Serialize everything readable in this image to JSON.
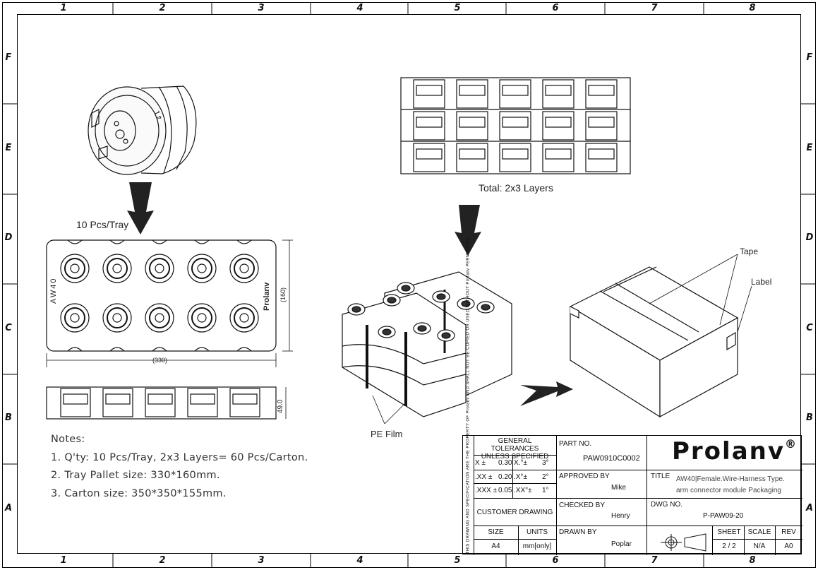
{
  "zones": {
    "columns": [
      "1",
      "2",
      "3",
      "4",
      "5",
      "6",
      "7",
      "8"
    ],
    "rows": [
      "F",
      "E",
      "D",
      "C",
      "B",
      "A"
    ]
  },
  "labels": {
    "tray_qty": "10 Pcs/Tray",
    "tray_marking": "AW40",
    "tray_brand": "Prolanv",
    "tray_width": "(330)",
    "tray_height": "(160)",
    "tray_depth": "49.0",
    "layers": "Total: 2x3 Layers",
    "pe_film": "PE Film",
    "tape": "Tape",
    "label": "Label"
  },
  "notes": {
    "title": "Notes:",
    "items": [
      "1. Q'ty: 10 Pcs/Tray, 2x3 Layers= 60 Pcs/Carton.",
      "2. Tray Pallet size: 330*160mm.",
      "3. Carton size: 350*350*155mm."
    ]
  },
  "title_block": {
    "vertical_notice": "THIS DRAWING AND SPECIFICATION ARE THE PROPERTY OF Prolanv AND SHALL NOT BE COPIED OR USED WITHOUT Prolanv PERMISSION",
    "tol_header_1": "GENERAL TOLERANCES",
    "tol_header_2": "UNLESS SPECIFIED",
    "tol_rows": [
      {
        "lin_label": "X ±",
        "lin_val": "0.30",
        "ang_label": "X.°±",
        "ang_val": "3°"
      },
      {
        "lin_label": ".XX ±",
        "lin_val": "0.20",
        "ang_label": ".X°±",
        "ang_val": "2°"
      },
      {
        "lin_label": ".XXX ±",
        "lin_val": "0.05",
        "ang_label": ".XX°±",
        "ang_val": "1°"
      }
    ],
    "customer_drawing": "CUSTOMER DRAWING",
    "size_label": "SIZE",
    "size_val": "A4",
    "units_label": "UNITS",
    "units_val": "mm[only]",
    "part_no_label": "PART NO.",
    "part_no": "PAW0910C0002",
    "approved_label": "APPROVED BY",
    "approved": "Mike",
    "checked_label": "CHECKED BY",
    "checked": "Henry",
    "drawn_label": "DRAWN BY",
    "drawn": "Poplar",
    "logo": "Prolanv",
    "logo_mark": "®",
    "title_label": "TITLE",
    "title_1": "AW40|Female.Wire-Harness Type.",
    "title_2": "arm connector module Packaging",
    "dwg_label": "DWG NO.",
    "dwg_no": "P-PAW09-20",
    "sheet_label": "SHEET",
    "sheet": "2 / 2",
    "scale_label": "SCALE",
    "scale": "N/A",
    "rev_label": "REV",
    "rev": "A0"
  }
}
